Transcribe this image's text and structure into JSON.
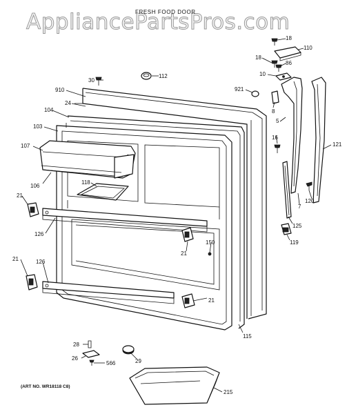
{
  "watermark": "AppliancePartsPros.com",
  "title": "FRESH FOOD DOOR",
  "art_number": "(ART NO. WR18118 C8)",
  "callouts": [
    {
      "id": "c18a",
      "text": "18"
    },
    {
      "id": "c110",
      "text": "110"
    },
    {
      "id": "c18b",
      "text": "18"
    },
    {
      "id": "c86",
      "text": "86"
    },
    {
      "id": "c10",
      "text": "10"
    },
    {
      "id": "c30",
      "text": "30"
    },
    {
      "id": "c112",
      "text": "112"
    },
    {
      "id": "c910",
      "text": "910"
    },
    {
      "id": "c921",
      "text": "921"
    },
    {
      "id": "c24",
      "text": "24"
    },
    {
      "id": "c8",
      "text": "8"
    },
    {
      "id": "c104",
      "text": "104"
    },
    {
      "id": "c5",
      "text": "5"
    },
    {
      "id": "c103",
      "text": "103"
    },
    {
      "id": "c16",
      "text": "16"
    },
    {
      "id": "c121",
      "text": "121"
    },
    {
      "id": "c107",
      "text": "107"
    },
    {
      "id": "c118",
      "text": "118"
    },
    {
      "id": "c106",
      "text": "106"
    },
    {
      "id": "c120",
      "text": "120"
    },
    {
      "id": "c7",
      "text": "7"
    },
    {
      "id": "c21a",
      "text": "21"
    },
    {
      "id": "c125",
      "text": "125"
    },
    {
      "id": "c126a",
      "text": "126"
    },
    {
      "id": "c21b",
      "text": "21"
    },
    {
      "id": "c119",
      "text": "119"
    },
    {
      "id": "c150",
      "text": "150"
    },
    {
      "id": "c21c",
      "text": "21"
    },
    {
      "id": "c126b",
      "text": "126"
    },
    {
      "id": "c21d",
      "text": "21"
    },
    {
      "id": "c115",
      "text": "115"
    },
    {
      "id": "c28",
      "text": "28"
    },
    {
      "id": "c26",
      "text": "26"
    },
    {
      "id": "c566",
      "text": "566"
    },
    {
      "id": "c29",
      "text": "29"
    },
    {
      "id": "c215",
      "text": "215"
    }
  ]
}
